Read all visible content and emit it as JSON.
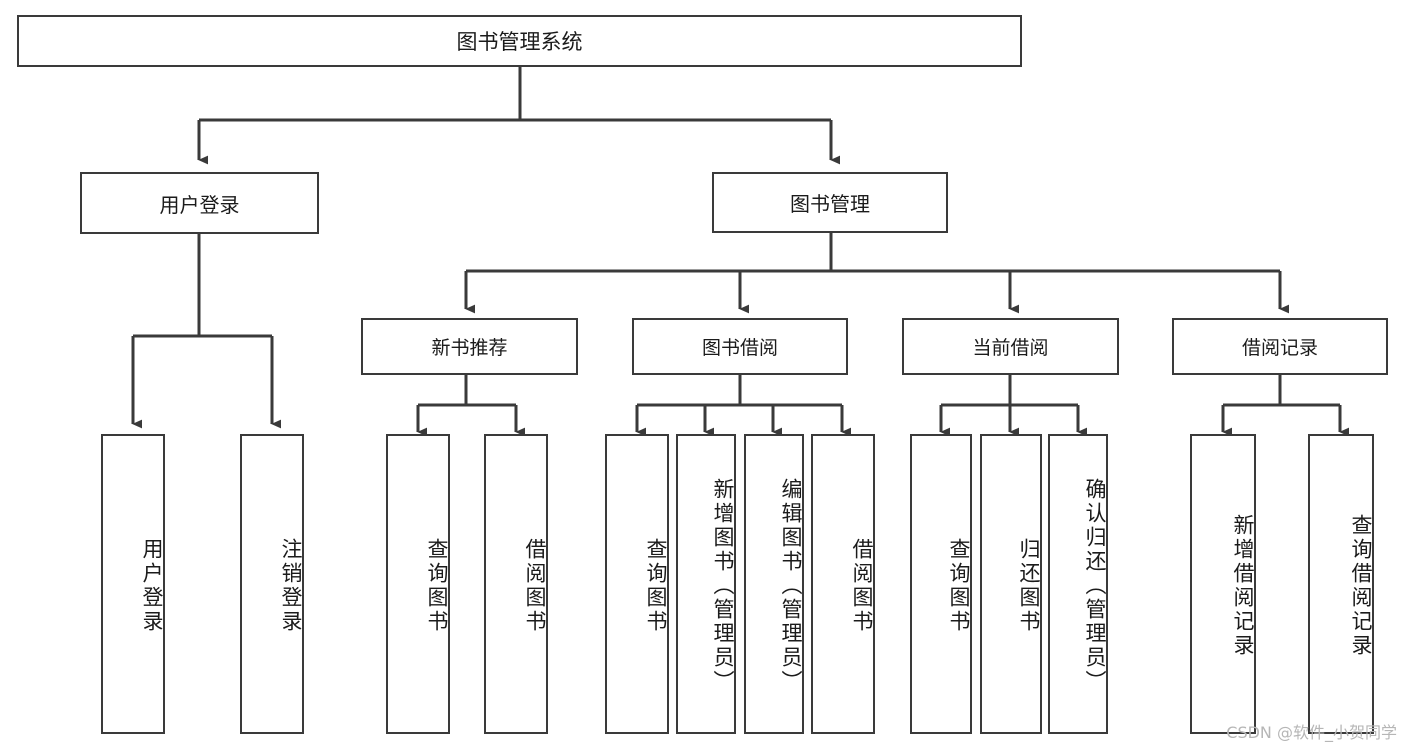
{
  "diagram": {
    "title": "图书管理系统",
    "type": "tree",
    "watermark": "CSDN @软件_小贺同学",
    "colors": {
      "box_border": "#3a3a3a",
      "box_fill": "#ffffff",
      "connector": "#3a3a3a",
      "text": "#1b1b1b",
      "watermark": "#b6b6b6",
      "background": "#ffffff"
    },
    "root": {
      "label": "图书管理系统"
    },
    "level1": [
      {
        "label": "用户登录"
      },
      {
        "label": "图书管理"
      }
    ],
    "level2": [
      {
        "label": "新书推荐"
      },
      {
        "label": "图书借阅"
      },
      {
        "label": "当前借阅"
      },
      {
        "label": "借阅记录"
      }
    ],
    "leaves": {
      "user_login": [
        {
          "label": "用户登录"
        },
        {
          "label": "注销登录"
        }
      ],
      "new_book_recommend": [
        {
          "label": "查询图书"
        },
        {
          "label": "借阅图书"
        }
      ],
      "book_borrow": [
        {
          "label": "查询图书"
        },
        {
          "label": "新增图书（管理员）"
        },
        {
          "label": "编辑图书（管理员）"
        },
        {
          "label": "借阅图书"
        }
      ],
      "current_borrow": [
        {
          "label": "查询图书"
        },
        {
          "label": "归还图书"
        },
        {
          "label": "确认归还（管理员）"
        }
      ],
      "borrow_record": [
        {
          "label": "新增借阅记录"
        },
        {
          "label": "查询借阅记录"
        }
      ]
    }
  }
}
